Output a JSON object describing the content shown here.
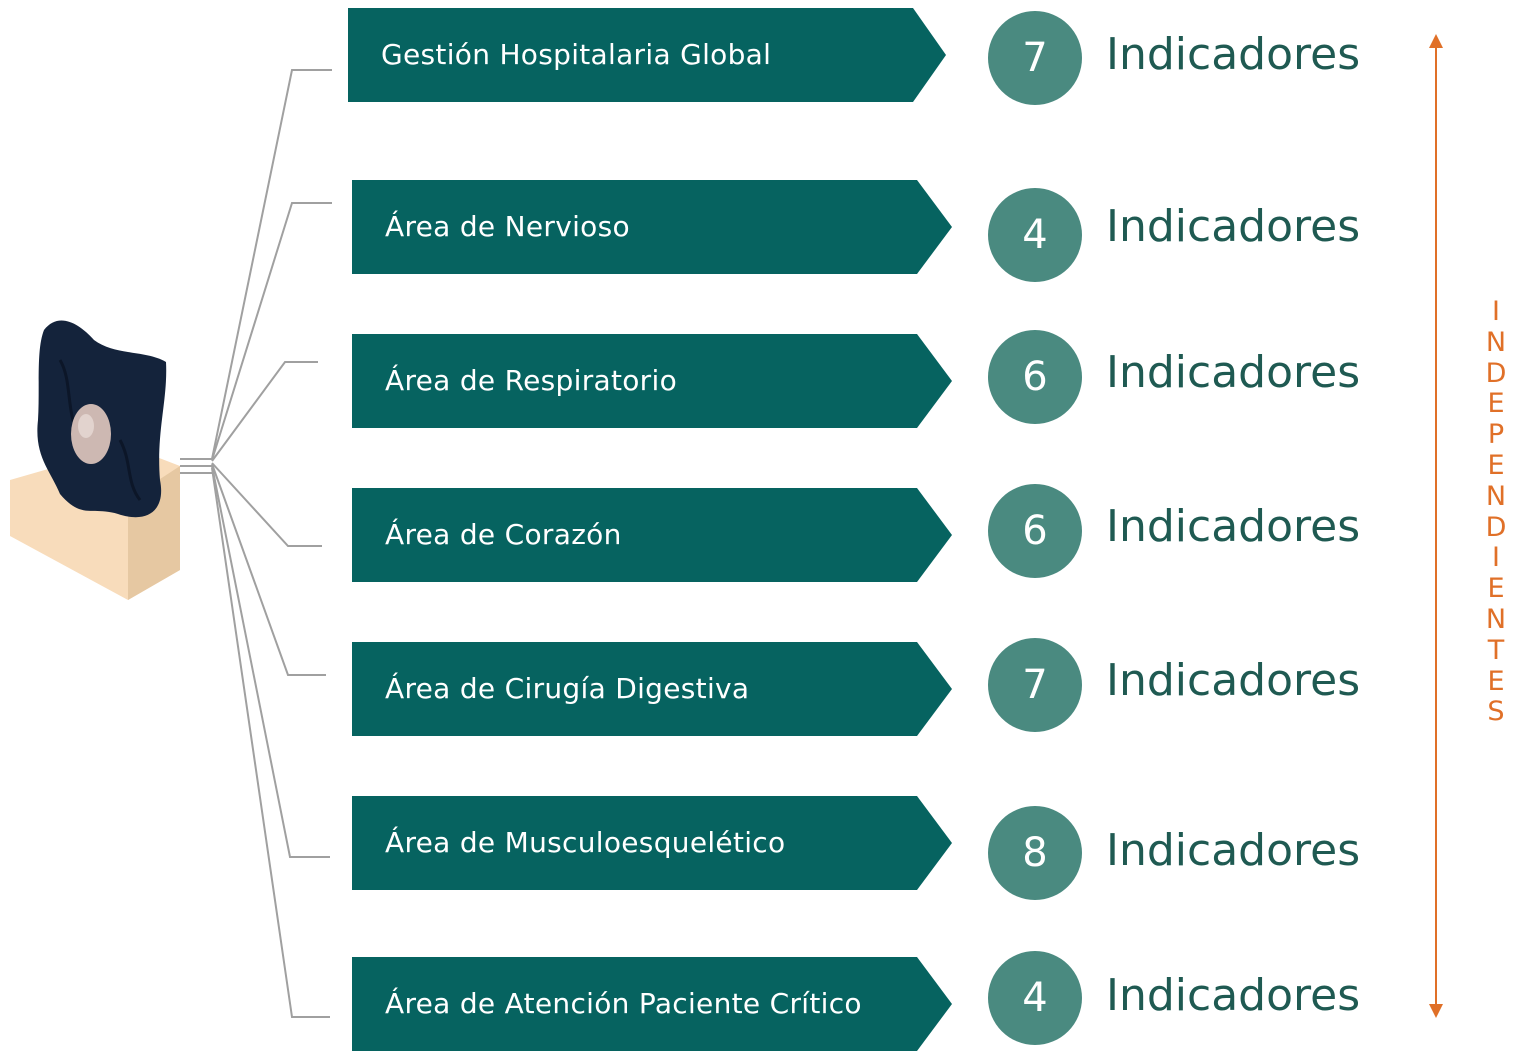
{
  "rows": [
    {
      "label": "Gestión Hospitalaria Global",
      "count": "7",
      "unit": "Indicadores"
    },
    {
      "label": "Área de Nervioso",
      "count": "4",
      "unit": "Indicadores"
    },
    {
      "label": "Área de Respiratorio",
      "count": "6",
      "unit": "Indicadores"
    },
    {
      "label": "Área de Corazón",
      "count": "6",
      "unit": "Indicadores"
    },
    {
      "label": "Área de Cirugía Digestiva",
      "count": "7",
      "unit": "Indicadores"
    },
    {
      "label": "Área de Musculoesquelético",
      "count": "8",
      "unit": "Indicadores"
    },
    {
      "label": "Área de Atención Paciente Crítico",
      "count": "4",
      "unit": "Indicadores"
    }
  ],
  "side_label": "INDEPENDIENTES",
  "colors": {
    "arrow": "#066360",
    "circle": "#4a8a80",
    "unit_text": "#1f5a52",
    "accent": "#e07028",
    "connector": "#a0a0a0"
  },
  "icons": {
    "central": "cell-specimen-icon",
    "range": "double-headed-arrow-icon"
  }
}
